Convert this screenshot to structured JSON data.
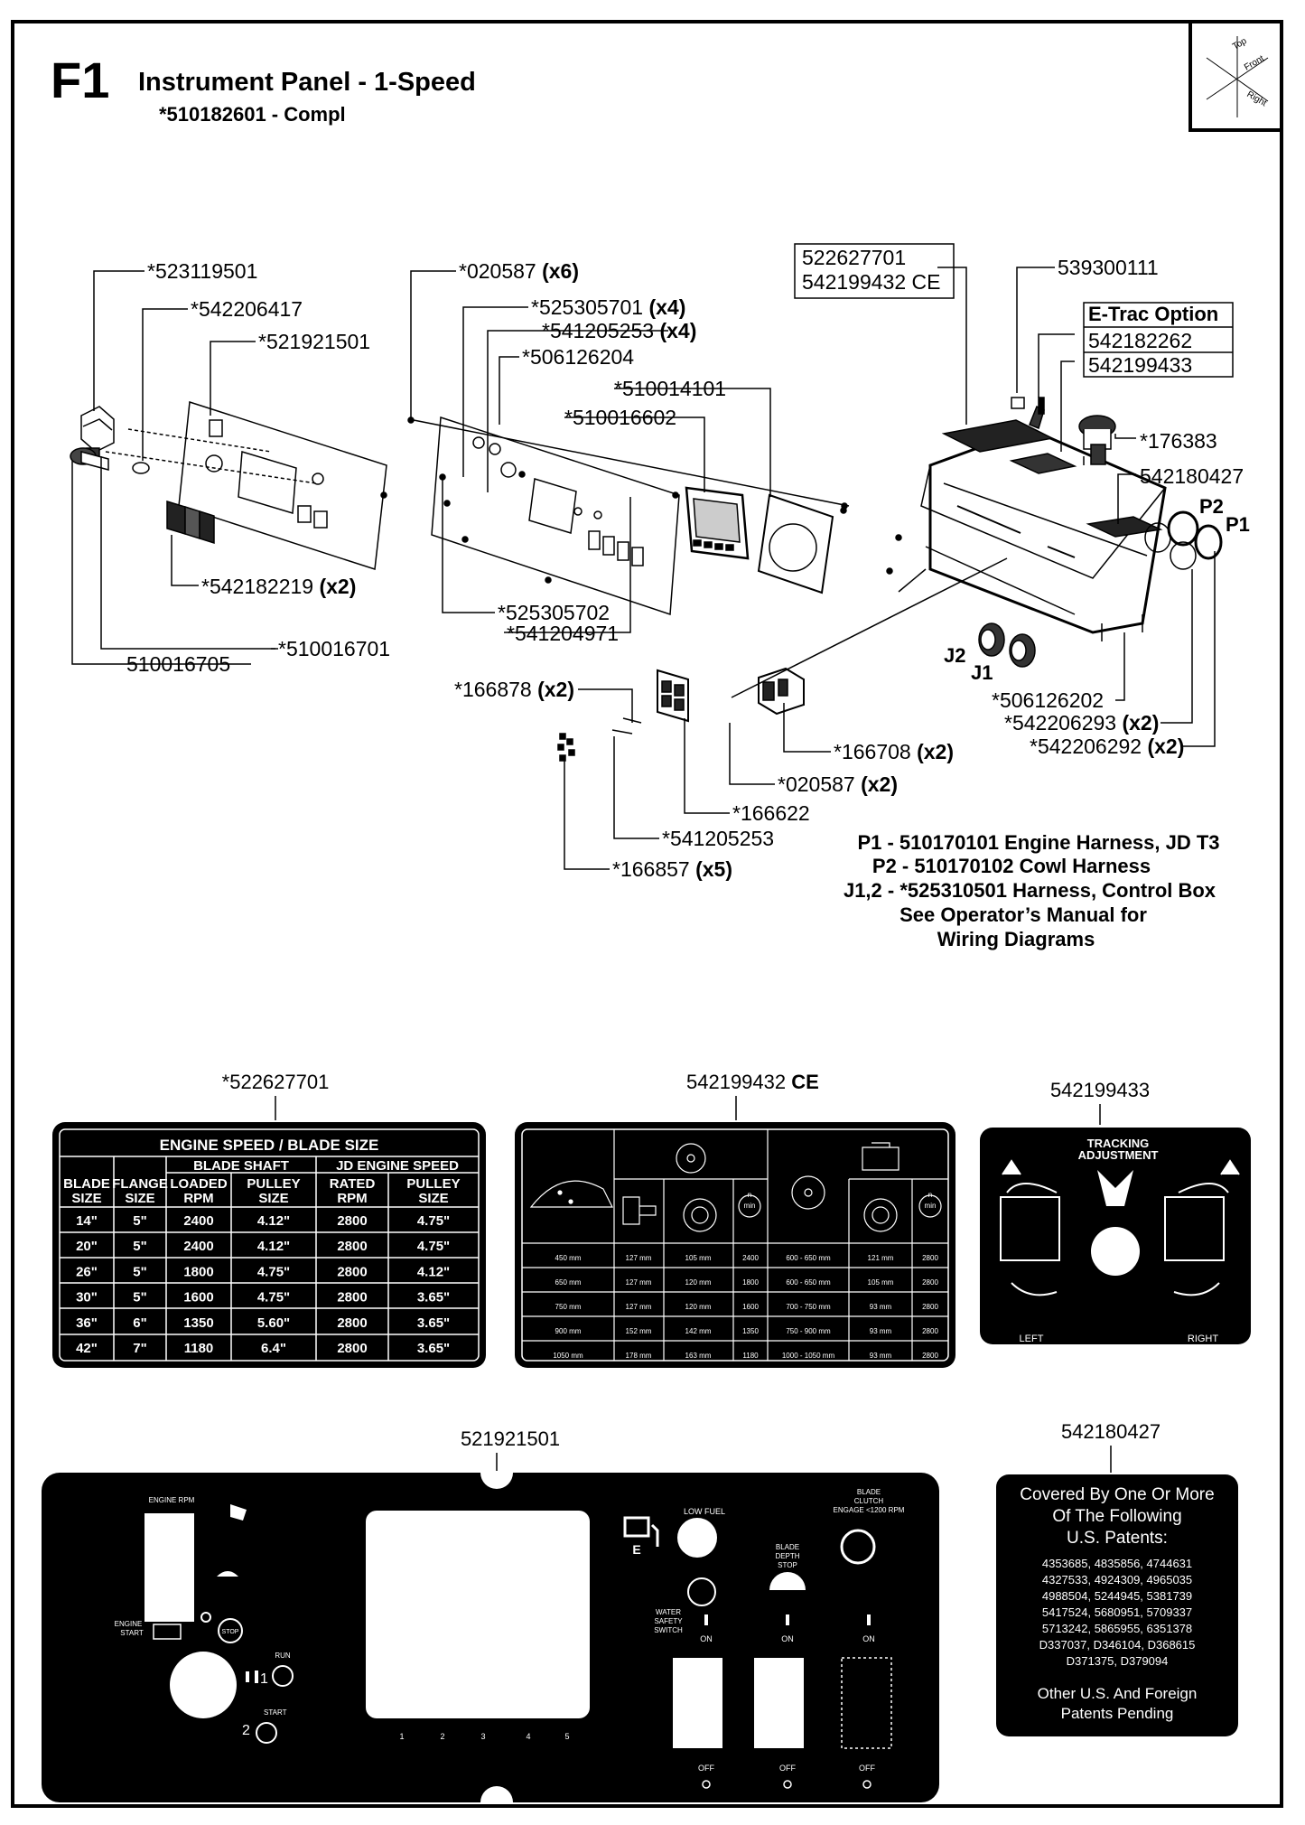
{
  "header": {
    "code": "F1",
    "title": "Instrument Panel - 1-Speed",
    "subtitle": "*510182601 - Compl"
  },
  "orientation": {
    "top": "Top",
    "front": "Front",
    "right": "Right"
  },
  "callouts": [
    {
      "part": "*523119501",
      "qty": ""
    },
    {
      "part": "*542206417",
      "qty": ""
    },
    {
      "part": "*521921501",
      "qty": ""
    },
    {
      "part": "*020587",
      "qty": "(x6)"
    },
    {
      "part": "*525305701",
      "qty": "(x4)"
    },
    {
      "part": "*541205253",
      "qty": "(x4)"
    },
    {
      "part": "*506126204",
      "qty": ""
    },
    {
      "part": "*510014101",
      "qty": ""
    },
    {
      "part": "*510016602",
      "qty": ""
    },
    {
      "part": "522627701",
      "qty": ""
    },
    {
      "part": "542199432 CE",
      "qty": ""
    },
    {
      "part": "539300111",
      "qty": ""
    },
    {
      "part": "542182262",
      "qty": ""
    },
    {
      "part": "542199433",
      "qty": ""
    },
    {
      "part": "*176383",
      "qty": ""
    },
    {
      "part": "542180427",
      "qty": ""
    },
    {
      "part": "*542182219",
      "qty": "(x2)"
    },
    {
      "part": "*525305702",
      "qty": ""
    },
    {
      "part": "*541204971",
      "qty": ""
    },
    {
      "part": "*510016701",
      "qty": ""
    },
    {
      "part": "510016705",
      "qty": ""
    },
    {
      "part": "*166878",
      "qty": "(x2)"
    },
    {
      "part": "*166708",
      "qty": "(x2)"
    },
    {
      "part": "*020587",
      "qty": "(x2)"
    },
    {
      "part": "*166622",
      "qty": ""
    },
    {
      "part": "*541205253",
      "qty": ""
    },
    {
      "part": "*166857",
      "qty": "(x5)"
    },
    {
      "part": "*506126202",
      "qty": ""
    },
    {
      "part": "*542206293",
      "qty": "(x2)"
    },
    {
      "part": "*542206292",
      "qty": "(x2)"
    }
  ],
  "etrac_label": "E-Trac Option",
  "connectors": {
    "p2": "P2",
    "p1": "P1",
    "j2": "J2",
    "j1": "J1"
  },
  "harness_notes": [
    "P1 - 510170101 Engine Harness, JD T3",
    "P2 - 510170102 Cowl Harness",
    "J1,2 - *525310501 Harness, Control Box",
    "See Operator’s Manual for",
    "Wiring Diagrams"
  ],
  "decals": {
    "engine_speed": {
      "label": "*522627701",
      "title": "ENGINE SPEED / BLADE SIZE",
      "group1": "BLADE SHAFT",
      "group2": "JD ENGINE SPEED",
      "columns": [
        [
          "BLADE",
          "SIZE"
        ],
        [
          "FLANGE",
          "SIZE"
        ],
        [
          "LOADED",
          "RPM"
        ],
        [
          "PULLEY",
          "SIZE"
        ],
        [
          "RATED",
          "RPM"
        ],
        [
          "PULLEY",
          "SIZE"
        ]
      ],
      "rows": [
        [
          "14\"",
          "5\"",
          "2400",
          "4.12\"",
          "2800",
          "4.75\""
        ],
        [
          "20\"",
          "5\"",
          "2400",
          "4.12\"",
          "2800",
          "4.75\""
        ],
        [
          "26\"",
          "5\"",
          "1800",
          "4.75\"",
          "2800",
          "4.12\""
        ],
        [
          "30\"",
          "5\"",
          "1600",
          "4.75\"",
          "2800",
          "3.65\""
        ],
        [
          "36\"",
          "6\"",
          "1350",
          "5.60\"",
          "2800",
          "3.65\""
        ],
        [
          "42\"",
          "7\"",
          "1180",
          "6.4\"",
          "2800",
          "3.65\""
        ]
      ]
    },
    "ce": {
      "label": "542199432",
      "label_bold": "CE",
      "unit": "n\nmin",
      "rows": [
        [
          "450 mm",
          "127 mm",
          "105 mm",
          "2400",
          "600 - 650 mm",
          "121 mm",
          "2800"
        ],
        [
          "650 mm",
          "127 mm",
          "120 mm",
          "1800",
          "600 - 650 mm",
          "105 mm",
          "2800"
        ],
        [
          "750 mm",
          "127 mm",
          "120 mm",
          "1600",
          "700 - 750 mm",
          "93 mm",
          "2800"
        ],
        [
          "900 mm",
          "152 mm",
          "142 mm",
          "1350",
          "750 - 900 mm",
          "93 mm",
          "2800"
        ],
        [
          "1050 mm",
          "178 mm",
          "163 mm",
          "1180",
          "1000 - 1050 mm",
          "93 mm",
          "2800"
        ]
      ]
    },
    "tracking": {
      "label": "542199433",
      "title1": "TRACKING",
      "title2": "ADJUSTMENT",
      "left": "LEFT",
      "right": "RIGHT"
    },
    "panel": {
      "label": "521921501",
      "engine_rpm": "ENGINE RPM",
      "engine_start1": "ENGINE",
      "engine_start2": "START",
      "stop": "STOP",
      "run": "RUN",
      "start": "START",
      "mark1": "1",
      "mark2": "2",
      "scale": [
        "1",
        "2",
        "3",
        "4",
        "5"
      ],
      "low_fuel": "LOW FUEL",
      "fuel_e": "E",
      "water1": "WATER",
      "water2": "SAFETY",
      "water3": "SWITCH",
      "depth1": "BLADE",
      "depth2": "DEPTH",
      "depth3": "STOP",
      "clutch1": "BLADE",
      "clutch2": "CLUTCH",
      "clutch3": "ENGAGE <1200 RPM",
      "on": "ON",
      "off": "OFF"
    },
    "patents": {
      "label": "542180427",
      "line1": "Covered By One Or More",
      "line2": "Of The Following",
      "line3": "U.S. Patents:",
      "numbers": [
        "4353685, 4835856, 4744631",
        "4327533, 4924309, 4965035",
        "4988504, 5244945, 5381739",
        "5417524, 5680951, 5709337",
        "5713242, 5865955, 6351378",
        "D337037, D346104, D368615",
        "D371375, D379094"
      ],
      "footer1": "Other U.S. And Foreign",
      "footer2": "Patents Pending"
    }
  }
}
